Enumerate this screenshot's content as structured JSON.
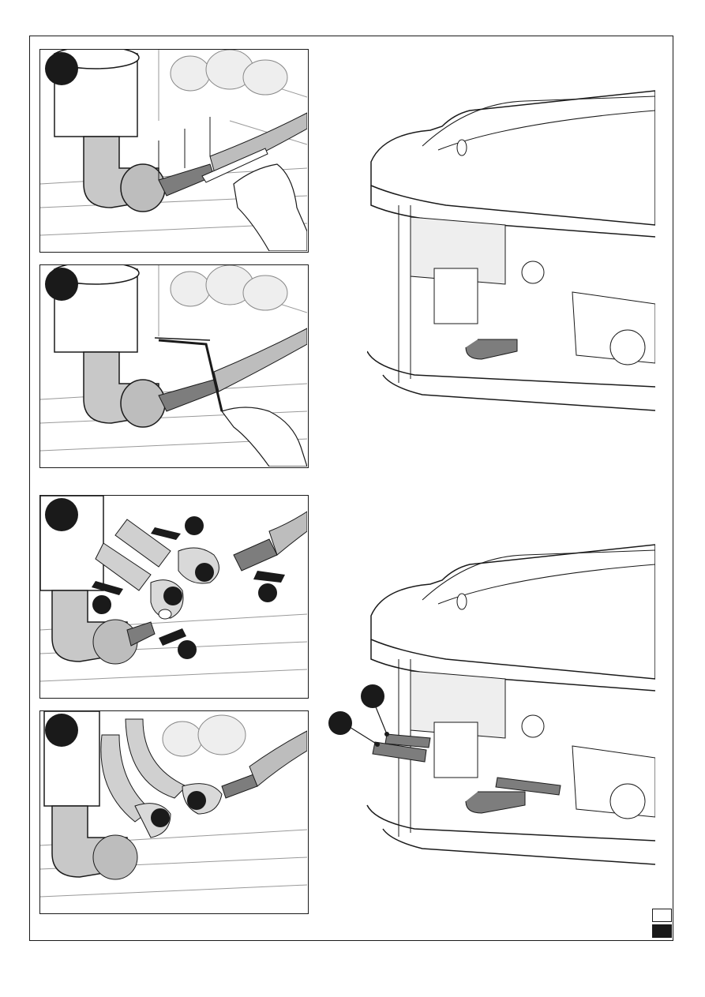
{
  "document": {
    "panels": [
      {
        "id": "step-1",
        "scene": "measure-hose-with-ruler"
      },
      {
        "id": "step-2",
        "scene": "cut-hose-with-hacksaw"
      },
      {
        "id": "step-3",
        "scene": "assemble-fittings"
      },
      {
        "id": "step-4",
        "scene": "connected-hoses"
      }
    ],
    "views": [
      {
        "id": "tub-view-top",
        "scene": "tub-corner-before"
      },
      {
        "id": "tub-view-bottom",
        "scene": "tub-corner-after"
      }
    ],
    "corner_marks": [
      "white-square",
      "black-square"
    ]
  },
  "colors": {
    "ink": "#1a1a1a",
    "hose_gray": "#7d7d7d",
    "light_gray": "#d9d9d9",
    "background": "#ffffff"
  }
}
